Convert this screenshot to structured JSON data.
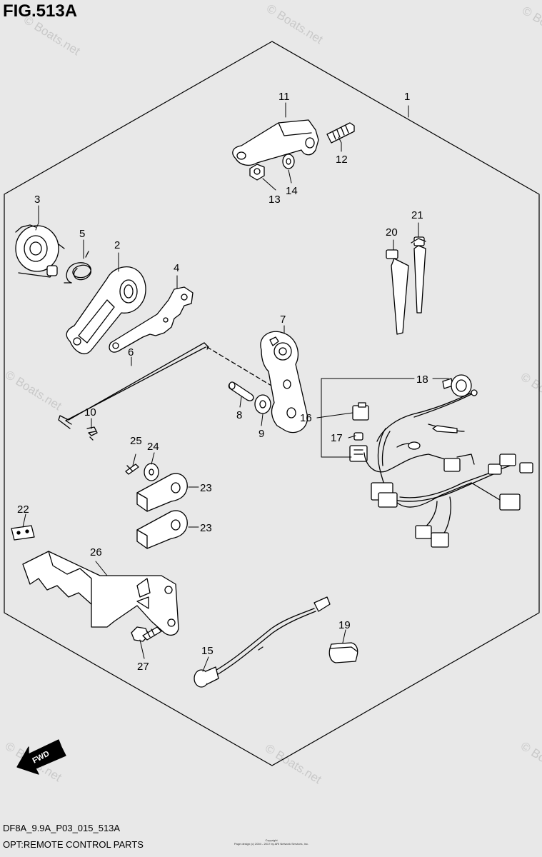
{
  "figure": {
    "title": "FIG.513A",
    "model_code": "DF8A_9.9A_P03_015_513A",
    "caption": "OPT:REMOTE CONTROL PARTS"
  },
  "copyright": {
    "heading": "Copyright",
    "text": "Page design (c) 2004 - 2017 by ARI Network Services, Inc."
  },
  "watermark": {
    "text": "© Boats.net"
  },
  "fwd_label": "FWD",
  "callouts": [
    {
      "id": "p1",
      "label": "1"
    },
    {
      "id": "p2",
      "label": "2"
    },
    {
      "id": "p3",
      "label": "3"
    },
    {
      "id": "p4",
      "label": "4"
    },
    {
      "id": "p5",
      "label": "5"
    },
    {
      "id": "p6",
      "label": "6"
    },
    {
      "id": "p7",
      "label": "7"
    },
    {
      "id": "p8",
      "label": "8"
    },
    {
      "id": "p9",
      "label": "9"
    },
    {
      "id": "p10",
      "label": "10"
    },
    {
      "id": "p11",
      "label": "11"
    },
    {
      "id": "p12",
      "label": "12"
    },
    {
      "id": "p13",
      "label": "13"
    },
    {
      "id": "p14",
      "label": "14"
    },
    {
      "id": "p15",
      "label": "15"
    },
    {
      "id": "p16",
      "label": "16"
    },
    {
      "id": "p17",
      "label": "17"
    },
    {
      "id": "p18",
      "label": "18"
    },
    {
      "id": "p19",
      "label": "19"
    },
    {
      "id": "p20",
      "label": "20"
    },
    {
      "id": "p21",
      "label": "21"
    },
    {
      "id": "p22",
      "label": "22"
    },
    {
      "id": "p23a",
      "label": "23"
    },
    {
      "id": "p23b",
      "label": "23"
    },
    {
      "id": "p24",
      "label": "24"
    },
    {
      "id": "p25",
      "label": "25"
    },
    {
      "id": "p26",
      "label": "26"
    },
    {
      "id": "p27",
      "label": "27"
    }
  ]
}
